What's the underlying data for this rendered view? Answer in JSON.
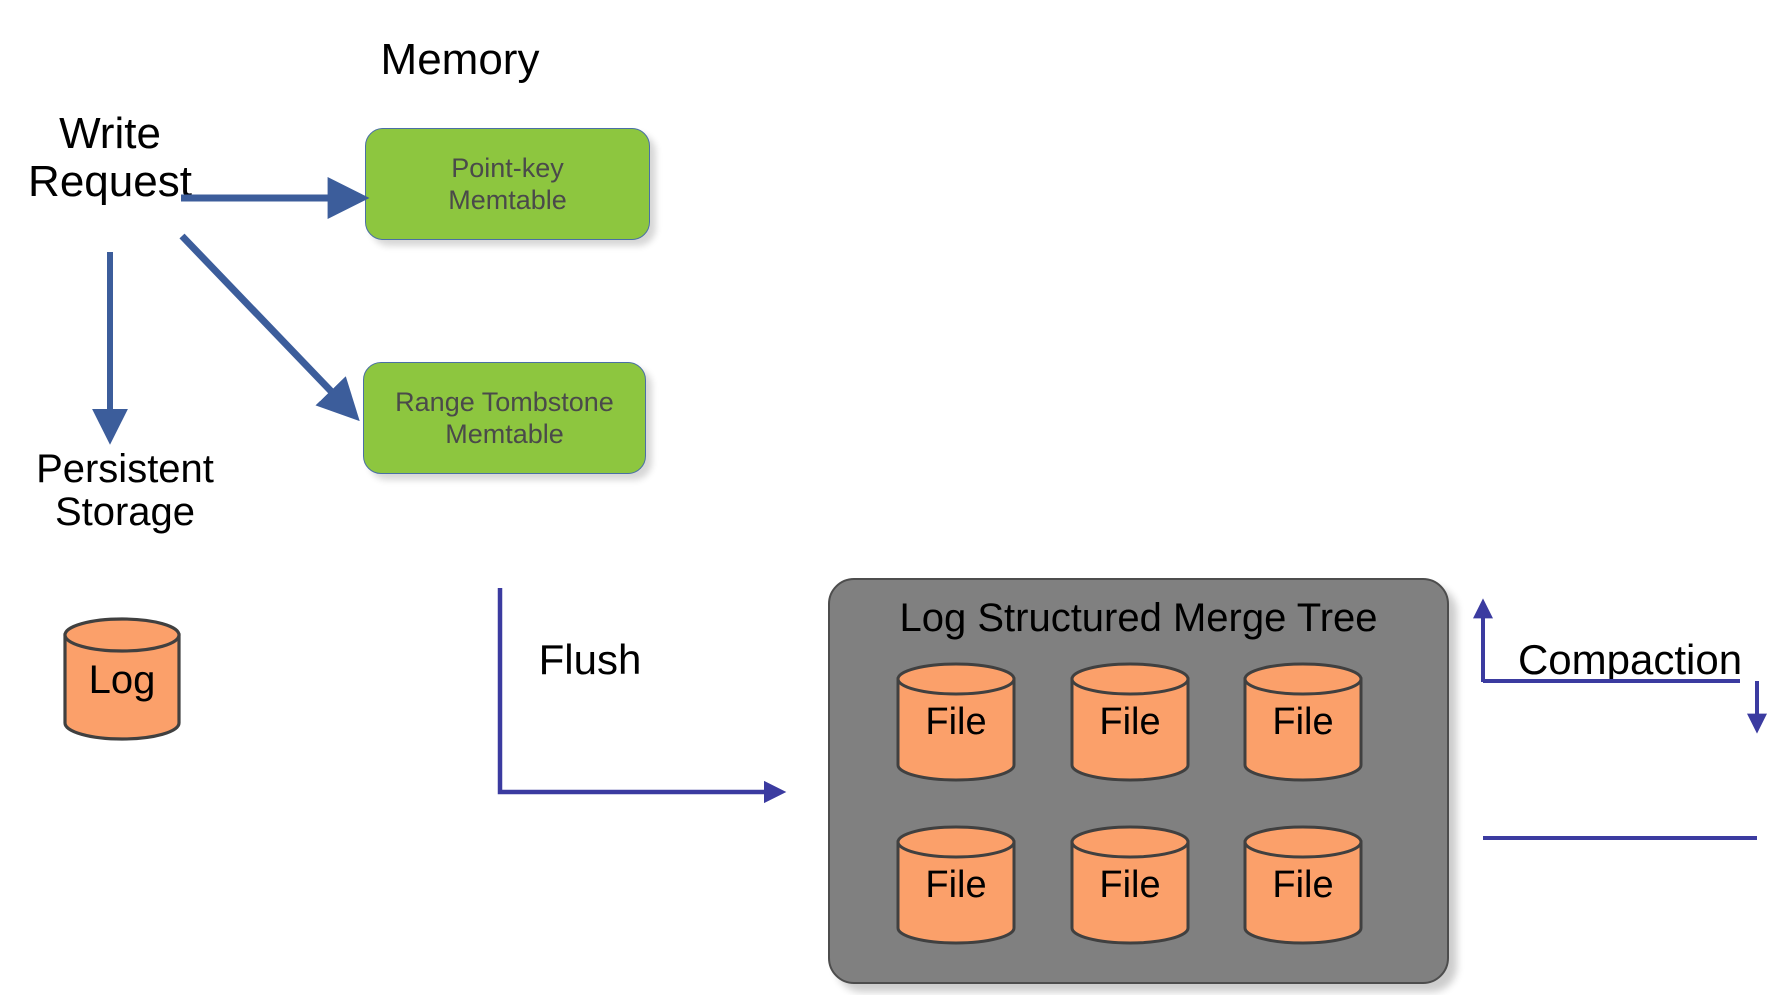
{
  "diagram": {
    "title_memory": "Memory",
    "write_request": "Write\nRequest",
    "persistent_storage": "Persistent\nStorage",
    "point_key_memtable": "Point-key\nMemtable",
    "range_tombstone_memtable": "Range Tombstone\nMemtable",
    "log_label": "Log",
    "flush_label": "Flush",
    "compaction_label": "Compaction",
    "lsm_title": "Log Structured Merge Tree",
    "files": [
      {
        "label": "File"
      },
      {
        "label": "File"
      },
      {
        "label": "File"
      },
      {
        "label": "File"
      },
      {
        "label": "File"
      },
      {
        "label": "File"
      }
    ],
    "colors": {
      "memtable_fill": "#8DC63F",
      "memtable_stroke": "#4a6fa5",
      "memtable_text": "#4a4a4a",
      "cylinder_fill": "#FBA06A",
      "cylinder_stroke": "#404040",
      "lsm_fill": "#808080",
      "lsm_stroke": "#4d4d4d",
      "arrow_thick": "#3C5D9B",
      "arrow_thin": "#3B3BA0",
      "text": "#000000",
      "background": "#FFFFFF"
    }
  }
}
